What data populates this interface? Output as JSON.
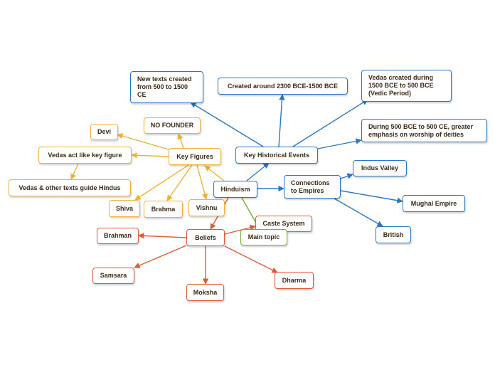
{
  "colors": {
    "blue": "#2a78c2",
    "orange": "#f0b236",
    "red": "#e05a35",
    "green": "#7cae38"
  },
  "nodes": {
    "hinduism": "Hinduism",
    "key_historical_events": "Key Historical Events",
    "connections_to_empires": "Connections\nto Empires",
    "key_figures": "Key Figures",
    "beliefs": "Beliefs",
    "main_topic": "Main topic",
    "new_texts": "New texts created\nfrom 500 to 1500\nCE",
    "created_around": "Created around 2300 BCE-1500 BCE",
    "vedas_created": "Vedas created during\n1500 BCE to 500 BCE\n(Vedic Period)",
    "during_500": "During 500 BCE to 500 CE, greater\nemphasis on worship of deities",
    "indus_valley": "Indus Valley",
    "mughal_empire": "Mughal Empire",
    "british": "British",
    "no_founder": "NO FOUNDER",
    "devi": "Devi",
    "vedas_key": "Vedas act like key figure",
    "vedas_texts": "Vedas & other texts guide Hindus",
    "shiva": "Shiva",
    "brahma": "Brahma",
    "vishnu": "Vishnu",
    "brahman": "Brahman",
    "samsara": "Samsara",
    "moksha": "Moksha",
    "dharma": "Dharma",
    "caste_system": "Caste System"
  }
}
